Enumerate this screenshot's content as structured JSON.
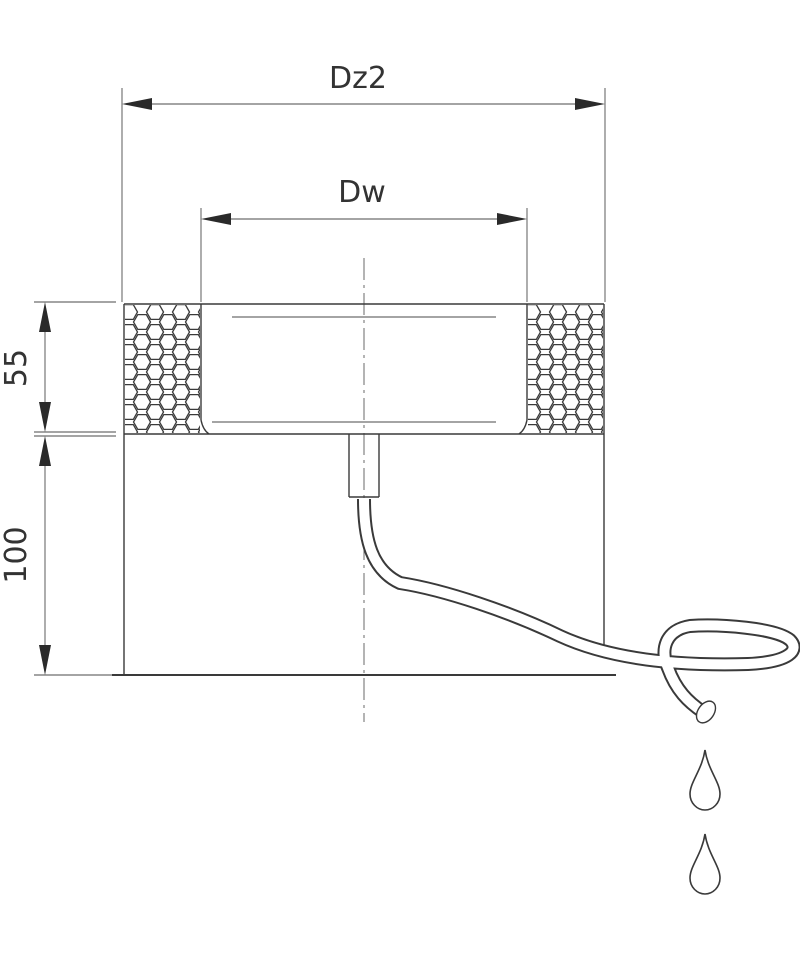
{
  "labels": {
    "outer_diameter": "Dz2",
    "inner_diameter": "Dw",
    "top_height": "55",
    "bottom_height": "100"
  }
}
